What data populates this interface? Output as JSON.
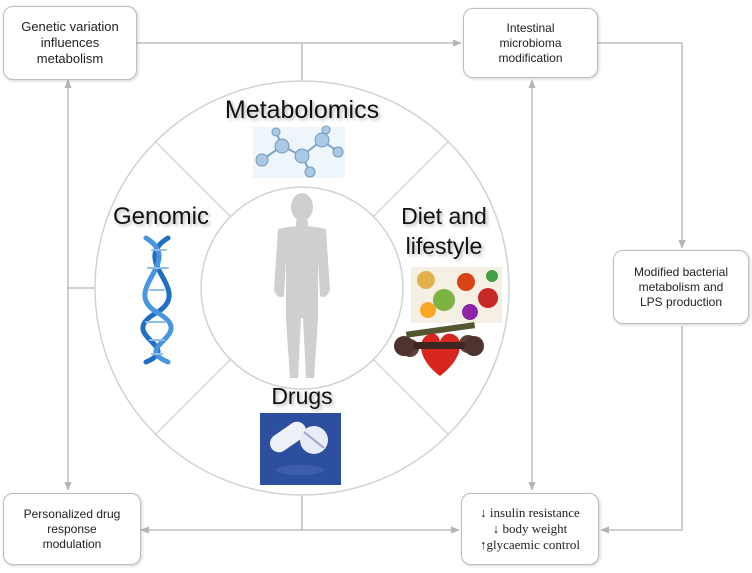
{
  "boxes": {
    "genetic": "Genetic variation\ninfluences\nmetabolism",
    "intestinal": "Intestinal\nmicrobioma\nmodification",
    "bacterial": "Modified bacterial\nmetabolism and\nLPS production",
    "personalized": "Personalized drug\nresponse\nmodulation",
    "outcomes": "↓ insulin  resistance\n↓ body weight\n↑glycaemic  control"
  },
  "wheel": {
    "top": "Metabolomics",
    "left": "Genomic",
    "right_line1": "Diet and",
    "right_line2": "lifestyle",
    "bottom": "Drugs"
  },
  "icons": {
    "molecules": "molecule-network-icon",
    "dna": "dna-helix-icon",
    "person": "human-silhouette-icon",
    "food": "food-plate-icon",
    "heart": "heart-dumbbell-icon",
    "pills": "pills-icon"
  },
  "colors": {
    "connector": "#b5b5b5",
    "ring": "#d2d2d2",
    "dna": "#1f6fc4",
    "pills_bg": "#2d4f9f",
    "heart": "#d7261e"
  }
}
